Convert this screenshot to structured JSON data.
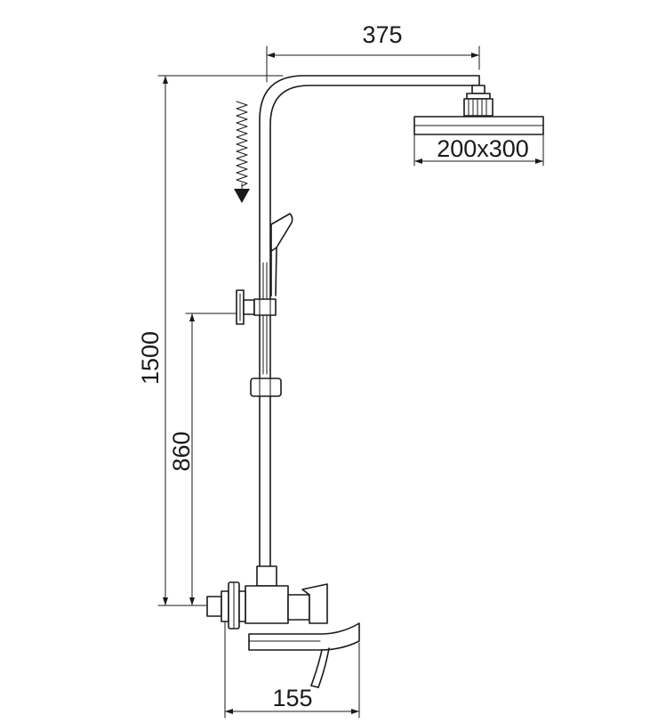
{
  "dimensions": {
    "arm_reach": "375",
    "head_size": "200x300",
    "total_height": "1500",
    "bracket_height": "860",
    "spout_width": "155"
  },
  "colors": {
    "line": "#1a1a1a",
    "background": "#ffffff"
  }
}
